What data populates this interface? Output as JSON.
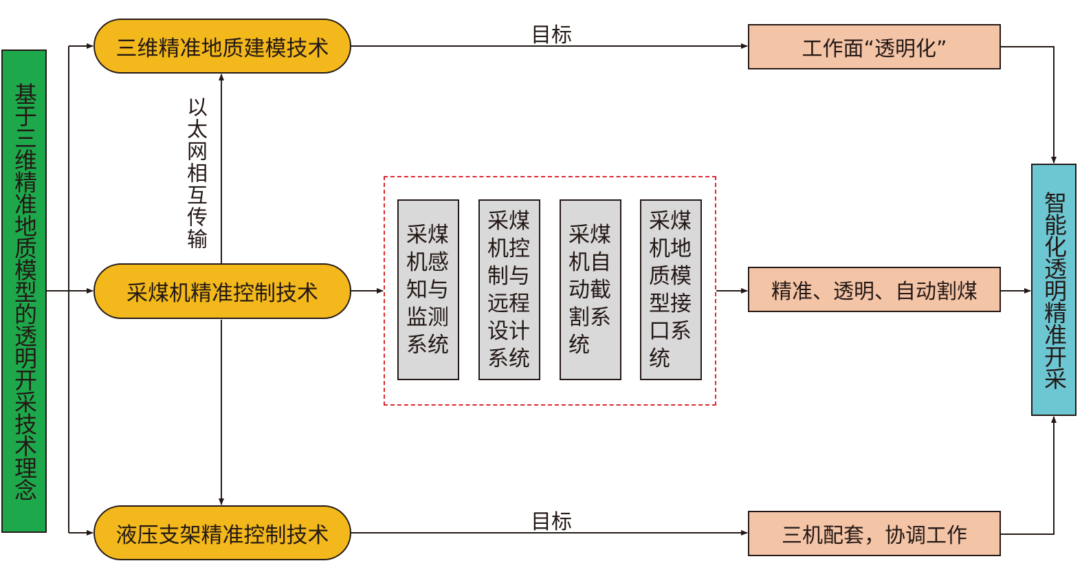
{
  "left_concept": "基于三维精准地质模型的透明开采技术理念",
  "right_goal": "智能化透明精准开采",
  "techs": {
    "geo_modeling": "三维精准地质建模技术",
    "shearer_control": "采煤机精准控制技术",
    "support_control": "液压支架精准控制技术"
  },
  "ethernet_label": "以太网相互传输",
  "target_label_top": "目标",
  "target_label_bottom": "目标",
  "subsystems": [
    "采煤机感知与监测系统",
    "采煤机控制与远程设计系统",
    "采煤机自动截割系统",
    "采煤机地质模型接口系统"
  ],
  "outcomes": {
    "face_transparent": "工作面“透明化”",
    "auto_cutting": "精准、透明、自动割煤",
    "three_machine": "三机配套，协调工作"
  },
  "colors": {
    "concept_green": "#1ea84c",
    "goal_cyan": "#6cc7d3",
    "tech_yellow": "#f2b81c",
    "outcome_peach": "#f4c4a7",
    "subsystem_gray": "#d9d9d9",
    "group_red_dashed": "#d9262c"
  }
}
